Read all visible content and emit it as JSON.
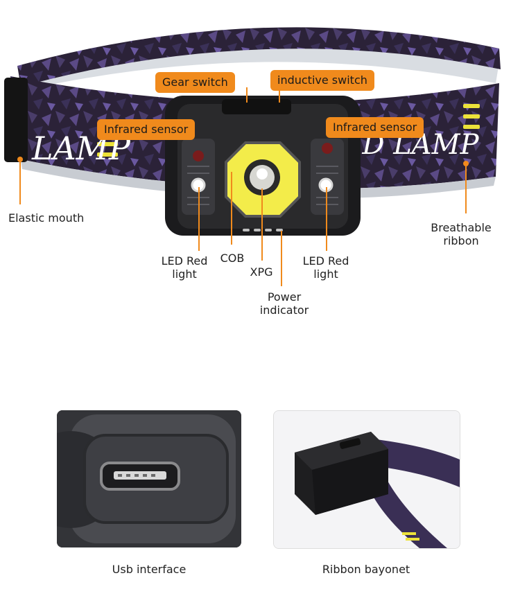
{
  "callouts": {
    "gear_switch": "Gear switch",
    "inductive_switch": "inductive switch",
    "infrared_left": "Infrared sensor",
    "infrared_right": "Infrared sensor"
  },
  "labels": {
    "elastic_mouth": "Elastic mouth",
    "breathable_l1": "Breathable",
    "breathable_l2": "ribbon",
    "led_left_l1": "LED Red",
    "led_left_l2": "light",
    "cob": "COB",
    "xpg": "XPG",
    "led_right_l1": "LED Red",
    "led_right_l2": "light",
    "power_l1": "Power",
    "power_l2": "indicator"
  },
  "strap_text": {
    "left": "LAMP",
    "right": "SD LAMP"
  },
  "captions": {
    "usb": "Usb interface",
    "bayonet": "Ribbon bayonet"
  },
  "colors": {
    "accent": "#f08a1c",
    "strap": "#2a2336",
    "body": "#1c1c1e",
    "cob": "#f3ec4a"
  }
}
